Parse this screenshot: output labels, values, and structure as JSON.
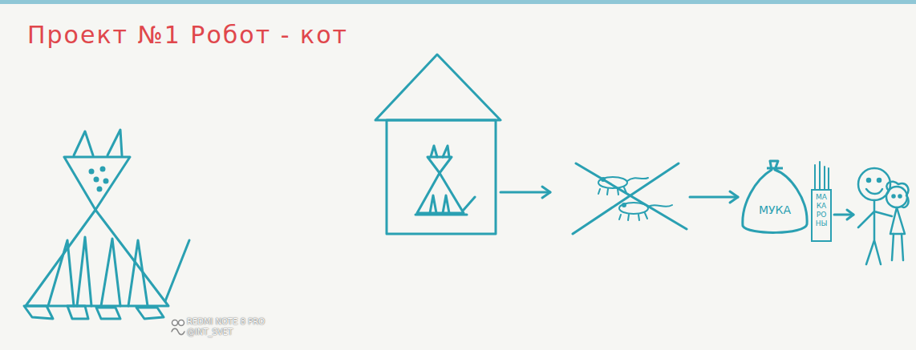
{
  "diagram": {
    "title": "Проект №1 Робот - кот",
    "nodes": [
      {
        "text": [
          "МУКА"
        ]
      },
      {
        "text": [
          "МА КА РО НЫ"
        ]
      }
    ],
    "labels": [
      "REDMI NOTE 8 PRO",
      "@INT_SVET"
    ]
  }
}
